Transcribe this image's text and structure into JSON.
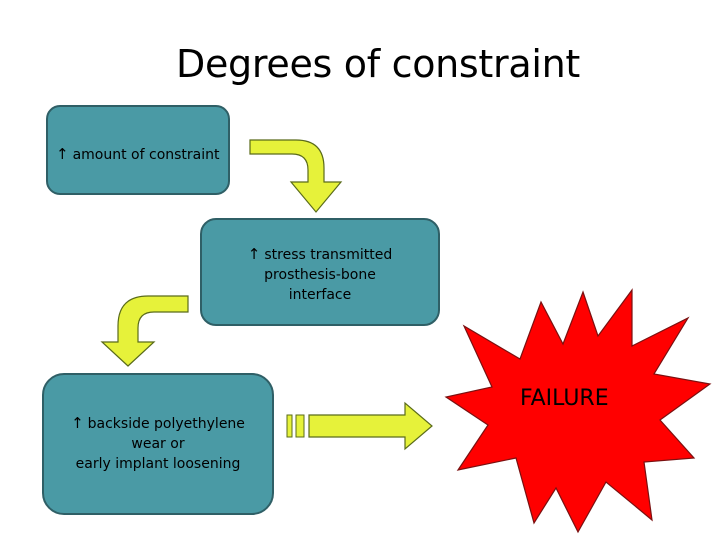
{
  "title": "Degrees of constraint",
  "boxes": {
    "constraint": {
      "arrow": "↑",
      "line1": "amount of constraint"
    },
    "stress": {
      "arrow": "↑",
      "line1": "stress transmitted",
      "line2": "prosthesis-bone",
      "line3": "interface"
    },
    "wear": {
      "arrow": "↑",
      "line1": "backside polyethylene",
      "line2": "wear or",
      "line3": "early implant loosening"
    }
  },
  "failure": {
    "label": "FAILURE",
    "color": "#ff0000"
  },
  "colors": {
    "box_fill": "#4a9aa5",
    "arrow_fill": "#e6f23a",
    "failure_fill": "#ff0000"
  }
}
